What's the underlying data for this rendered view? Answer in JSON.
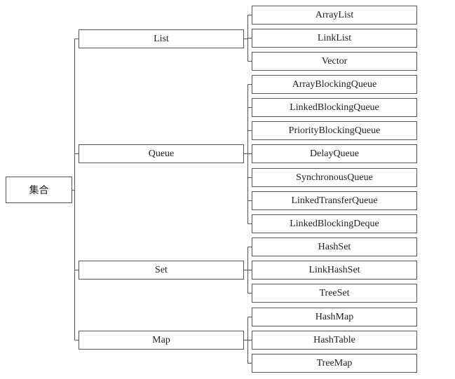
{
  "root": {
    "label": "集合"
  },
  "categories": [
    {
      "label": "List",
      "children": [
        "ArrayList",
        "LinkList",
        "Vector"
      ]
    },
    {
      "label": "Queue",
      "children": [
        "ArrayBlockingQueue",
        "LinkedBlockingQueue",
        "PriorityBlockingQueue",
        "DelayQueue",
        "SynchronousQueue",
        "LinkedTransferQueue",
        "LinkedBlockingDeque"
      ]
    },
    {
      "label": "Set",
      "children": [
        "HashSet",
        "LinkHashSet",
        "TreeSet"
      ]
    },
    {
      "label": "Map",
      "children": [
        "HashMap",
        "HashTable",
        "TreeMap"
      ]
    }
  ]
}
